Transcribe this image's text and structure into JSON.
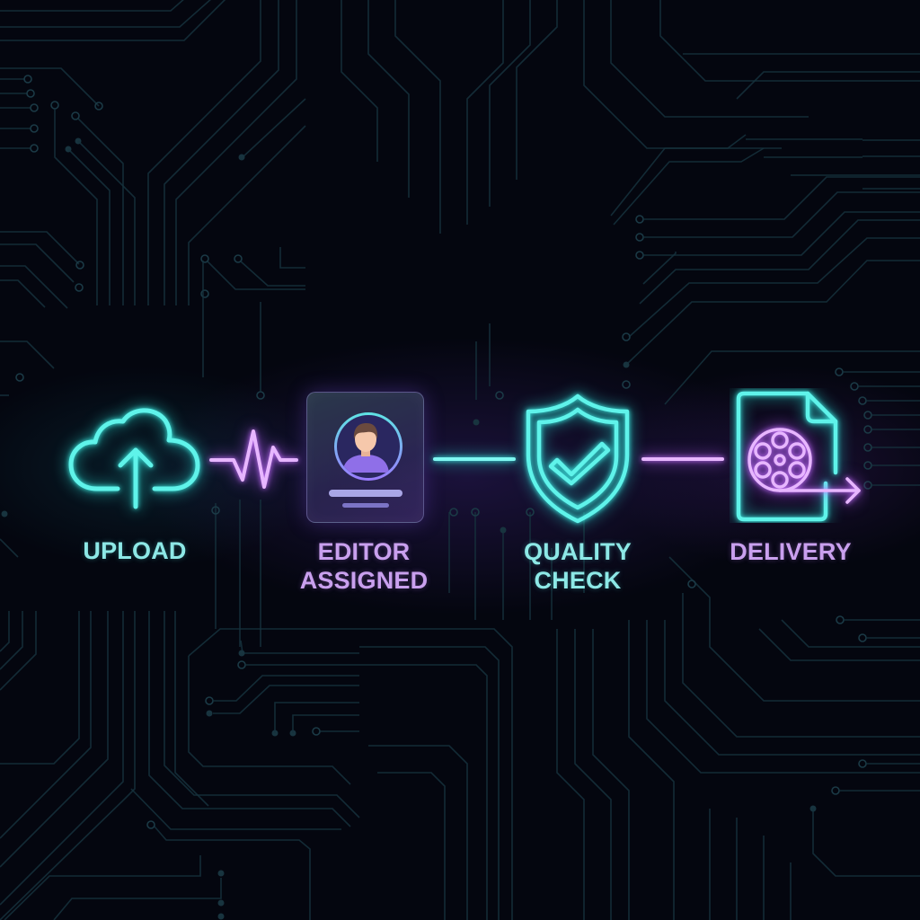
{
  "diagram": {
    "type": "workflow-pipeline",
    "steps": [
      {
        "id": "upload",
        "label": "UPLOAD",
        "icon": "cloud-upload-icon",
        "color": "#8de8e6"
      },
      {
        "id": "editor",
        "label_line1": "EDITOR",
        "label_line2": "ASSIGNED",
        "icon": "editor-profile-card-icon",
        "color": "#c9a0ee"
      },
      {
        "id": "quality",
        "label_line1": "QUALITY",
        "label_line2": "CHECK",
        "icon": "shield-check-icon",
        "color": "#8de8e6"
      },
      {
        "id": "delivery",
        "label": "DELIVERY",
        "icon": "film-file-send-icon",
        "color": "#c9a0ee"
      }
    ],
    "connectors": [
      {
        "from": "upload",
        "to": "editor",
        "style": "heartbeat-pulse",
        "color": "#c872ff"
      },
      {
        "from": "editor",
        "to": "quality",
        "style": "line",
        "color": "#3ff4ea"
      },
      {
        "from": "quality",
        "to": "delivery",
        "style": "line",
        "color": "#c872ff"
      }
    ]
  },
  "theme": {
    "background": "#04060f",
    "circuit_color": "#16323d",
    "neon_cyan": "#3ff4ea",
    "neon_purple": "#c872ff"
  }
}
